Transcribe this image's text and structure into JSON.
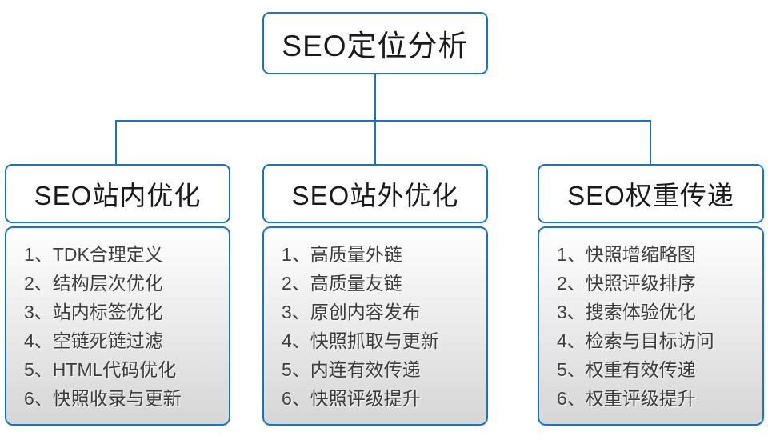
{
  "diagram": {
    "root_label": "SEO定位分析",
    "columns": [
      {
        "header": "SEO站内优化",
        "items": [
          "1、TDK合理定义",
          "2、结构层次优化",
          "3、站内标签优化",
          "4、空链死链过滤",
          "5、HTML代码优化",
          "6、快照收录与更新"
        ]
      },
      {
        "header": "SEO站外优化",
        "items": [
          "1、高质量外链",
          "2、高质量友链",
          "3、原创内容发布",
          "4、快照抓取与更新",
          "5、内连有效传递",
          "6、快照评级提升"
        ]
      },
      {
        "header": "SEO权重传递",
        "items": [
          "1、快照增缩略图",
          "2、快照评级排序",
          "3、搜索体验优化",
          "4、检索与目标访问",
          "5、权重有效传递",
          "6、权重评级提升"
        ]
      }
    ]
  },
  "colors": {
    "accent": "#1b74bf",
    "background": "#ffffff",
    "header_text": "#1a1a1a",
    "list_text": "#3d3d3d",
    "panel_top": "#ffffff",
    "panel_bottom": "#d6d6d6"
  }
}
